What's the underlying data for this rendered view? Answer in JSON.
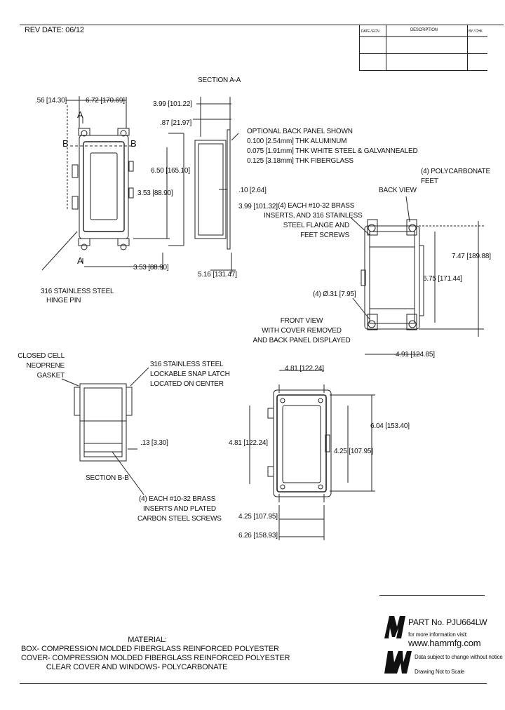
{
  "rev_date": "REV DATE: 06/12",
  "titleblock_top": {
    "col1": "DATE / ECN",
    "col2": "DESCRIPTION",
    "col3": "BY / CHK"
  },
  "section_aa": {
    "title": "SECTION A-A",
    "dim_399": "3.99 [101.22]",
    "dim_087": ".87 [21.97]",
    "dim_010": ".10 [2.64]",
    "dim_399b": "3.99 [101.32]",
    "dim_516": "5.16 [131.47]",
    "note_title": "OPTIONAL BACK PANEL SHOWN",
    "note_1": "0.100 [2.54mm] THK ALUMINUM",
    "note_2": "0.075 [1.91mm] THK WHITE STEEL & GALVANNEALED",
    "note_3": "0.125 [3.18mm] THK FIBERGLASS"
  },
  "front_view": {
    "dim_056": ".56 [14.30]",
    "dim_672": "6.72 [170.69]",
    "dim_650": "6.50 [165.10]",
    "dim_353v": "3.53 [88.90]",
    "dim_353h": "3.53 [88.90]",
    "label_a": "A",
    "label_b": "B",
    "hinge_1": "316 STAINLESS STEEL",
    "hinge_2": "HINGE PIN"
  },
  "back_view": {
    "feet_1": "(4) POLYCARBONATE",
    "feet_2": "FEET",
    "title": "BACK VIEW",
    "inserts_1": "(4) EACH #10-32 BRASS",
    "inserts_2": "INSERTS, AND 316 STAINLESS",
    "inserts_3": "STEEL FLANGE AND",
    "inserts_4": "FEET SCREWS",
    "dim_747": "7.47 [189.88]",
    "dim_675": "6.75 [171.44]",
    "dim_031": "(4) Ø.31 [7.95]",
    "dim_491": "4.91 [124.85]"
  },
  "front_cover_removed": {
    "line1": "FRONT VIEW",
    "line2": "WITH COVER REMOVED",
    "line3": "AND BACK PANEL DISPLAYED",
    "dim_481top": "4.81 [122.24]",
    "dim_604": "6.04 [153.40]",
    "dim_481left": "4.81 [122.24]",
    "dim_425right": "4.25 [107.95]",
    "dim_425bottom": "4.25 [107.95]",
    "dim_626": "6.26 [158.93]"
  },
  "section_bb": {
    "gasket_1": "CLOSED CELL",
    "gasket_2": "NEOPRENE",
    "gasket_3": "GASKET",
    "latch_1": "316 STAINLESS STEEL",
    "latch_2": "LOCKABLE SNAP LATCH",
    "latch_3": "LOCATED ON CENTER",
    "dim_013": ".13 [3.30]",
    "title": "SECTION B-B",
    "screws_1": "(4) EACH #10-32 BRASS",
    "screws_2": "INSERTS AND PLATED",
    "screws_3": "CARBON STEEL SCREWS"
  },
  "material": {
    "title": "MATERIAL:",
    "line1": "BOX- COMPRESSION MOLDED FIBERGLASS REINFORCED POLYESTER",
    "line2": "COVER- COMPRESSION MOLDED FIBERGLASS REINFORCED POLYESTER",
    "line3": "CLEAR COVER AND WINDOWS- POLYCARBONATE"
  },
  "titleblock": {
    "part_no": "PART No. PJU664LW",
    "more_info": "for more information visit:",
    "url": "www.hammfg.com",
    "disclaimer": "Data subject to change without notice",
    "scale": "Drawing Not to Scale"
  }
}
